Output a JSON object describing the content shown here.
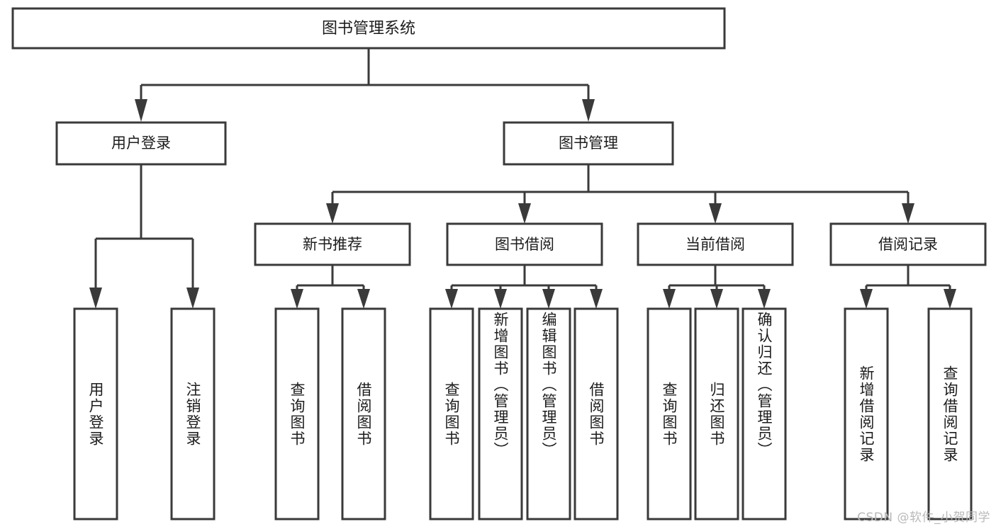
{
  "diagram": {
    "type": "tree",
    "orientation": "top-down",
    "title": "图书管理系统",
    "root": {
      "id": "root",
      "label": "图书管理系统"
    },
    "level2": [
      {
        "id": "user-login",
        "label": "用户登录"
      },
      {
        "id": "book-manage",
        "label": "图书管理"
      }
    ],
    "level3": [
      {
        "id": "new-book-rec",
        "label": "新书推荐",
        "parent": "book-manage"
      },
      {
        "id": "book-borrow",
        "label": "图书借阅",
        "parent": "book-manage"
      },
      {
        "id": "current-borrow",
        "label": "当前借阅",
        "parent": "book-manage"
      },
      {
        "id": "borrow-record",
        "label": "借阅记录",
        "parent": "book-manage"
      }
    ],
    "leaves": [
      {
        "id": "leaf-user-login",
        "label": "用户登录",
        "parent": "user-login"
      },
      {
        "id": "leaf-logout",
        "label": "注销登录",
        "parent": "user-login"
      },
      {
        "id": "leaf-query-book-1",
        "label": "查询图书",
        "parent": "new-book-rec"
      },
      {
        "id": "leaf-borrow-book-1",
        "label": "借阅图书",
        "parent": "new-book-rec"
      },
      {
        "id": "leaf-query-book-2",
        "label": "查询图书",
        "parent": "book-borrow"
      },
      {
        "id": "leaf-add-book",
        "label": "新增图书（管理员）",
        "parent": "book-borrow"
      },
      {
        "id": "leaf-edit-book",
        "label": "编辑图书（管理员）",
        "parent": "book-borrow"
      },
      {
        "id": "leaf-borrow-book-2",
        "label": "借阅图书",
        "parent": "book-borrow"
      },
      {
        "id": "leaf-query-book-3",
        "label": "查询图书",
        "parent": "current-borrow"
      },
      {
        "id": "leaf-return-book",
        "label": "归还图书",
        "parent": "current-borrow"
      },
      {
        "id": "leaf-confirm-return",
        "label": "确认归还（管理员）",
        "parent": "current-borrow"
      },
      {
        "id": "leaf-add-record",
        "label": "新增借阅记录",
        "parent": "borrow-record"
      },
      {
        "id": "leaf-query-record",
        "label": "查询借阅记录",
        "parent": "borrow-record"
      }
    ]
  },
  "watermark": {
    "text": "CSDN @软件_小贺同学"
  },
  "colors": {
    "stroke": "#3a3a3a",
    "fill": "#ffffff",
    "text": "#1c1c1c",
    "watermark": "#b9b9b9"
  }
}
